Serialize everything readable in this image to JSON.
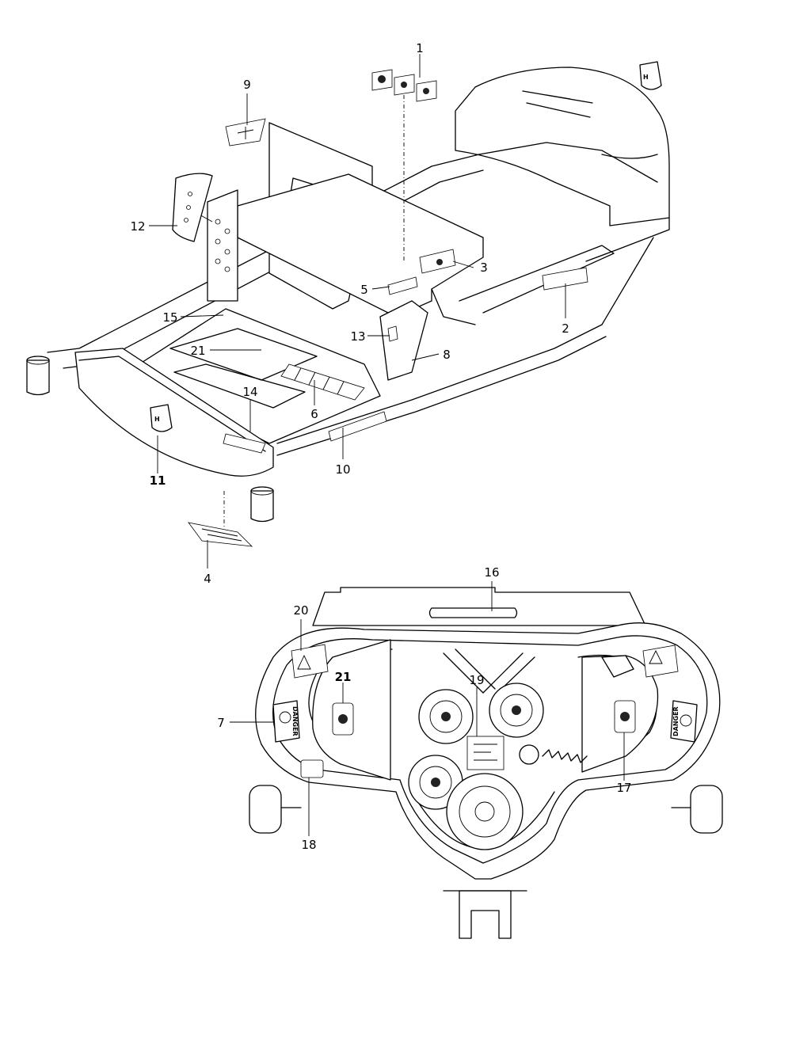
{
  "callouts": [
    {
      "id": "1",
      "label": "1"
    },
    {
      "id": "2",
      "label": "2"
    },
    {
      "id": "3",
      "label": "3"
    },
    {
      "id": "4",
      "label": "4"
    },
    {
      "id": "5",
      "label": "5"
    },
    {
      "id": "6",
      "label": "6"
    },
    {
      "id": "7",
      "label": "7"
    },
    {
      "id": "8",
      "label": "8"
    },
    {
      "id": "9",
      "label": "9"
    },
    {
      "id": "10",
      "label": "10"
    },
    {
      "id": "11",
      "label": "11"
    },
    {
      "id": "12",
      "label": "12"
    },
    {
      "id": "13",
      "label": "13"
    },
    {
      "id": "14",
      "label": "14"
    },
    {
      "id": "15",
      "label": "15"
    },
    {
      "id": "16",
      "label": "16"
    },
    {
      "id": "17",
      "label": "17"
    },
    {
      "id": "18",
      "label": "18"
    },
    {
      "id": "19",
      "label": "19"
    },
    {
      "id": "20",
      "label": "20"
    },
    {
      "id": "21a",
      "label": "21"
    },
    {
      "id": "21b",
      "label": "21"
    }
  ],
  "decals": {
    "danger_left": "DANGER",
    "danger_right": "DANGER"
  },
  "colors": {
    "line": "#000000",
    "background": "#ffffff"
  }
}
